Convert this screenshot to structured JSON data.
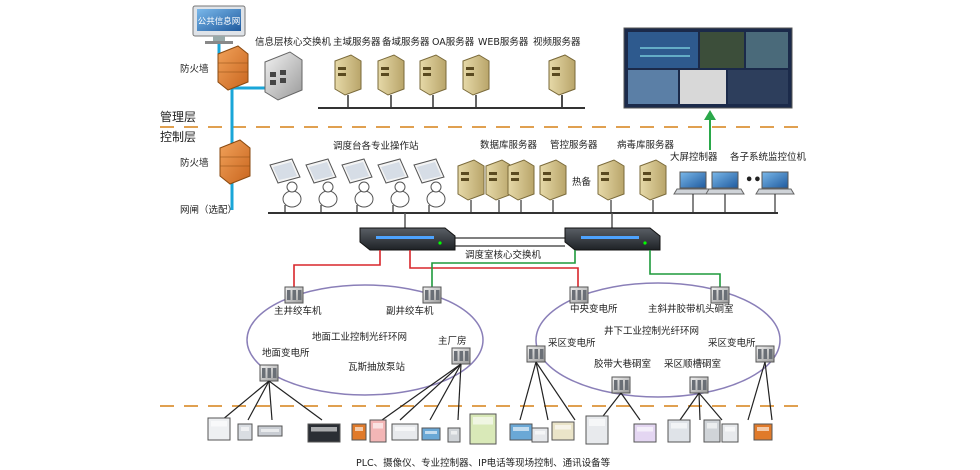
{
  "diagram": {
    "public_network": "公共信息网",
    "firewall_top": "防火墙",
    "firewall_mid": "防火墙",
    "gateway": "网闸（选配）",
    "info_core_switch": "信息层核心交换机",
    "upper_servers": [
      "主域服务器",
      "备域服务器",
      "OA服务器",
      "WEB服务器",
      "视频服务器"
    ],
    "layer_management": "管理层",
    "layer_control": "控制层",
    "workstations": "调度台各专业操作站",
    "database_servers": "数据库服务器",
    "hot_standby_1": "热备",
    "control_server": "管控服务器",
    "hot_standby_2": "热备",
    "antivirus_server": "病毒库服务器",
    "screen_controller": "大屏控制器",
    "subsystem_pcs": "各子系统监控位机",
    "ellipsis": "•••",
    "dispatch_core_switch": "调度室核心交换机",
    "left_ring": {
      "name": "地面工业控制光纤环网",
      "main_hoist": "主井绞车机",
      "aux_hoist": "副井绞车机",
      "ground_substation": "地面变电所",
      "gas_pump_station": "瓦斯抽放泵站",
      "main_plant": "主厂房"
    },
    "right_ring": {
      "name": "井下工业控制光纤环网",
      "central_substation": "中央变电所",
      "main_incline_belt": "主斜井胶带机头硐室",
      "mining_substation_left": "采区变电所",
      "mining_substation_right": "采区变电所",
      "belt_roadway": "胶带大巷硐室",
      "mining_roadway": "采区顺槽硐室"
    },
    "bottom_caption": "PLC、摄像仪、专业控制器、IP电话等现场控制、通讯设备等",
    "colors": {
      "backbone": "#1aa6d8",
      "red_link": "#d9262b",
      "green_link": "#1e9a3c",
      "ring": "#8a7fb8",
      "dashed_divider": "#e0a050"
    }
  }
}
